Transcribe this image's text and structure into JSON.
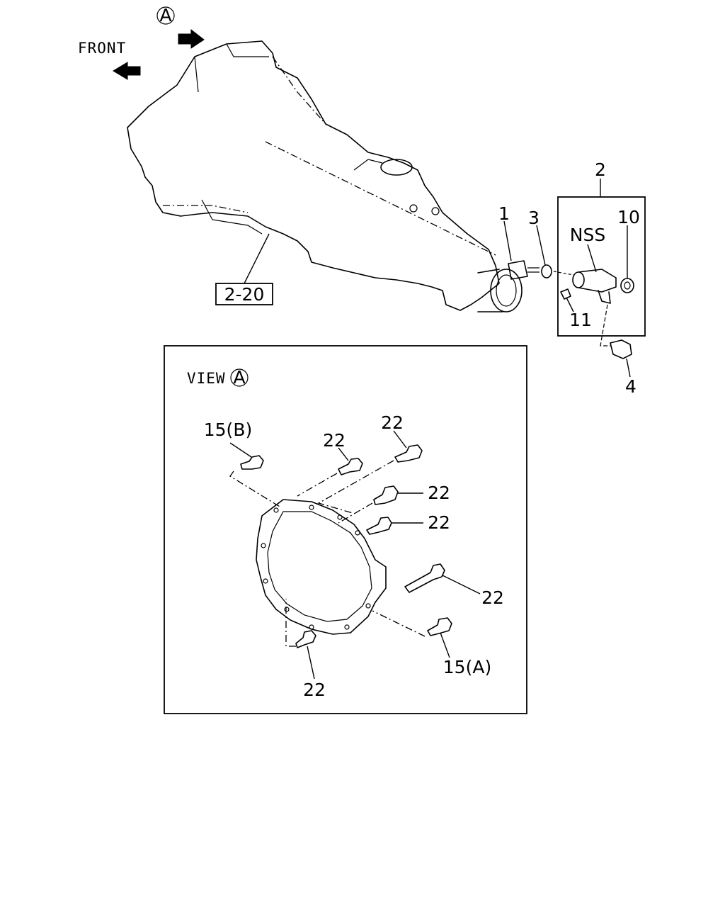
{
  "labels": {
    "front": "FRONT",
    "view_ref": "A",
    "view_title": "VIEW",
    "view_circle": "A",
    "ref_box": "2-20",
    "part_1": "1",
    "part_2": "2",
    "part_3": "3",
    "part_4": "4",
    "part_10": "10",
    "part_11": "11",
    "nss": "NSS",
    "bolt_15b": "15(B)",
    "bolt_15a": "15(A)",
    "bolt_22_a": "22",
    "bolt_22_b": "22",
    "bolt_22_c": "22",
    "bolt_22_d": "22",
    "bolt_22_e": "22",
    "bolt_22_f": "22"
  }
}
